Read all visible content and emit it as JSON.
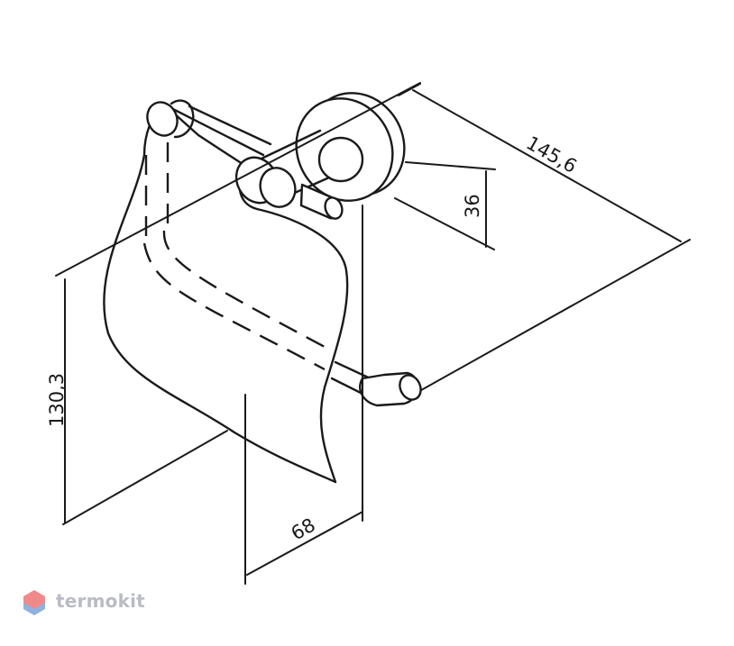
{
  "dimensions": {
    "overall_length": "145,6",
    "base_depth": "36",
    "height": "130,3",
    "width": "68"
  },
  "brand": {
    "name": "termokit",
    "colors": {
      "logo_top": "#f08a8a",
      "logo_bottom": "#8fb2e0",
      "text": "#b9bcc4"
    }
  },
  "drawing": {
    "line_color": "#1a1a1a",
    "background": "#ffffff"
  }
}
